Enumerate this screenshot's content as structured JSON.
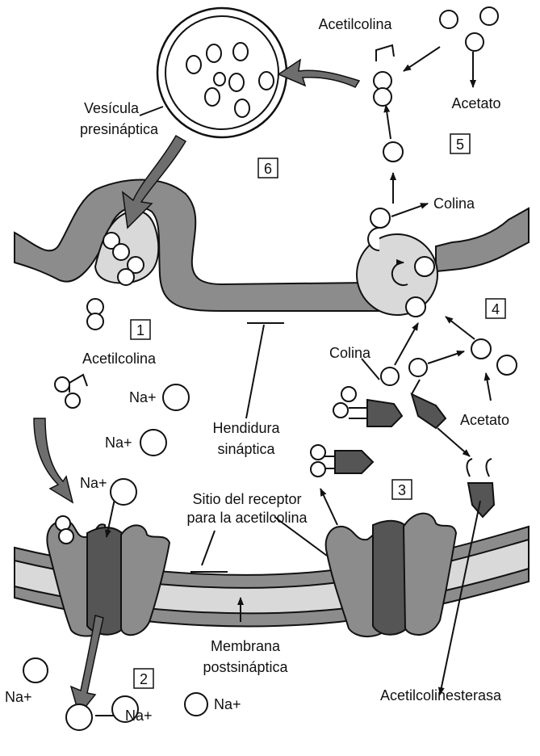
{
  "labels": {
    "acetilcolina_top": "Acetilcolina",
    "acetato_top": "Acetato",
    "vesicula": "Vesícula",
    "presinaptica": "presináptica",
    "colina_top": "Colina",
    "acetilcolina_left": "Acetilcolina",
    "colina_mid": "Colina",
    "acetato_mid": "Acetato",
    "hendidura": "Hendidura",
    "sinaptica": "sináptica",
    "sitio1": "Sitio del receptor",
    "sitio2": "para la acetilcolina",
    "membrana": "Membrana",
    "postsinaptica": "postsináptica",
    "acetilcolinesterasa": "Acetilcolinesterasa"
  },
  "ions": {
    "na_1": "Na+",
    "na_2": "Na+",
    "na_3": "Na+",
    "na_4": "Na+",
    "na_5": "Na+",
    "na_6": "Na+"
  },
  "steps": [
    "1",
    "2",
    "3",
    "4",
    "5",
    "6"
  ],
  "colors": {
    "neuron_fill": "#8c8c8c",
    "light_fill": "#d9d9d9",
    "dark_fill": "#555555",
    "arrow_fill": "#6e6e6e",
    "stroke": "#111111"
  }
}
